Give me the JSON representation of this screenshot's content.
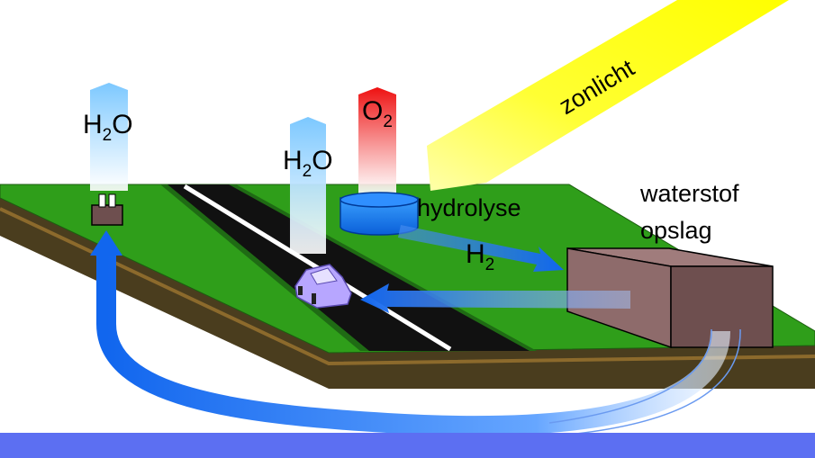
{
  "labels": {
    "h2o_left": {
      "main": "H",
      "sub": "2",
      "tail": "O"
    },
    "h2o_middle": {
      "main": "H",
      "sub": "2",
      "tail": "O"
    },
    "o2": {
      "main": "O",
      "sub": "2"
    },
    "sunlight": "zonlicht",
    "hydrolysis": "hydrolyse",
    "h2": {
      "main": "H",
      "sub": "2"
    },
    "storage_line1": "waterstof",
    "storage_line2": "opslag"
  },
  "colors": {
    "ground_green": "#2f9e1a",
    "earth_dark": "#4a3d1e",
    "earth_stripe": "#8c6a2c",
    "road": "#111111",
    "water_vapor": "#8fd2ff",
    "oxygen": "#ee2222",
    "sunlight": "#ffff00",
    "hydrogen_flow": "#1166ee",
    "storage_front": "#8e6b6b",
    "storage_side": "#6e4f4f",
    "car": "#b7a6ff",
    "bottom_band": "#5c6ff2"
  }
}
